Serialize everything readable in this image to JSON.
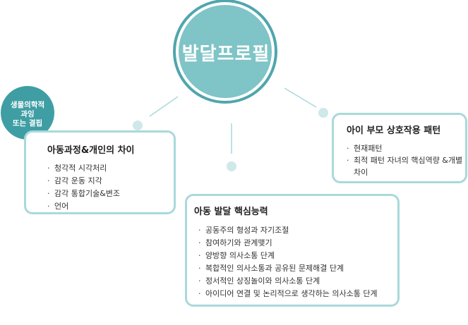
{
  "center": {
    "title": "발달프로필"
  },
  "badge": {
    "lines": [
      "생물의학적",
      "과잉",
      "또는 결핍"
    ]
  },
  "cards": {
    "left": {
      "title": "아동과정&개인의 차이",
      "items": [
        "청각적 시각처리",
        "감각 운동 지각",
        "감각 통합기술&변조",
        "언어"
      ]
    },
    "bottom": {
      "title": "아동 발달 핵심능력",
      "items": [
        "공동주의 형성과 자기조절",
        "참여하기와 관계맺기",
        "양방향 의사소통 단계",
        "복합적인 의사소통과 공유된 문제해결 단계",
        "정서적인 상징놀이와 의사소통 단계",
        "아이디어 연결 및 논리적으로 생각하는 의사소통 단계"
      ]
    },
    "right": {
      "title": "아이 부모 상호작용 패턴",
      "items": [
        "현재패턴",
        "최적 패턴 자녀의 핵심역량 &개별 차이"
      ]
    }
  },
  "colors": {
    "center_fill": "#7fc4c6",
    "center_ring": "#4fa6ac",
    "badge_fill": "#3f9ea3",
    "card_border": "#a9d9db",
    "connector": "#a9d9db",
    "dot": "#cfe8ea"
  }
}
